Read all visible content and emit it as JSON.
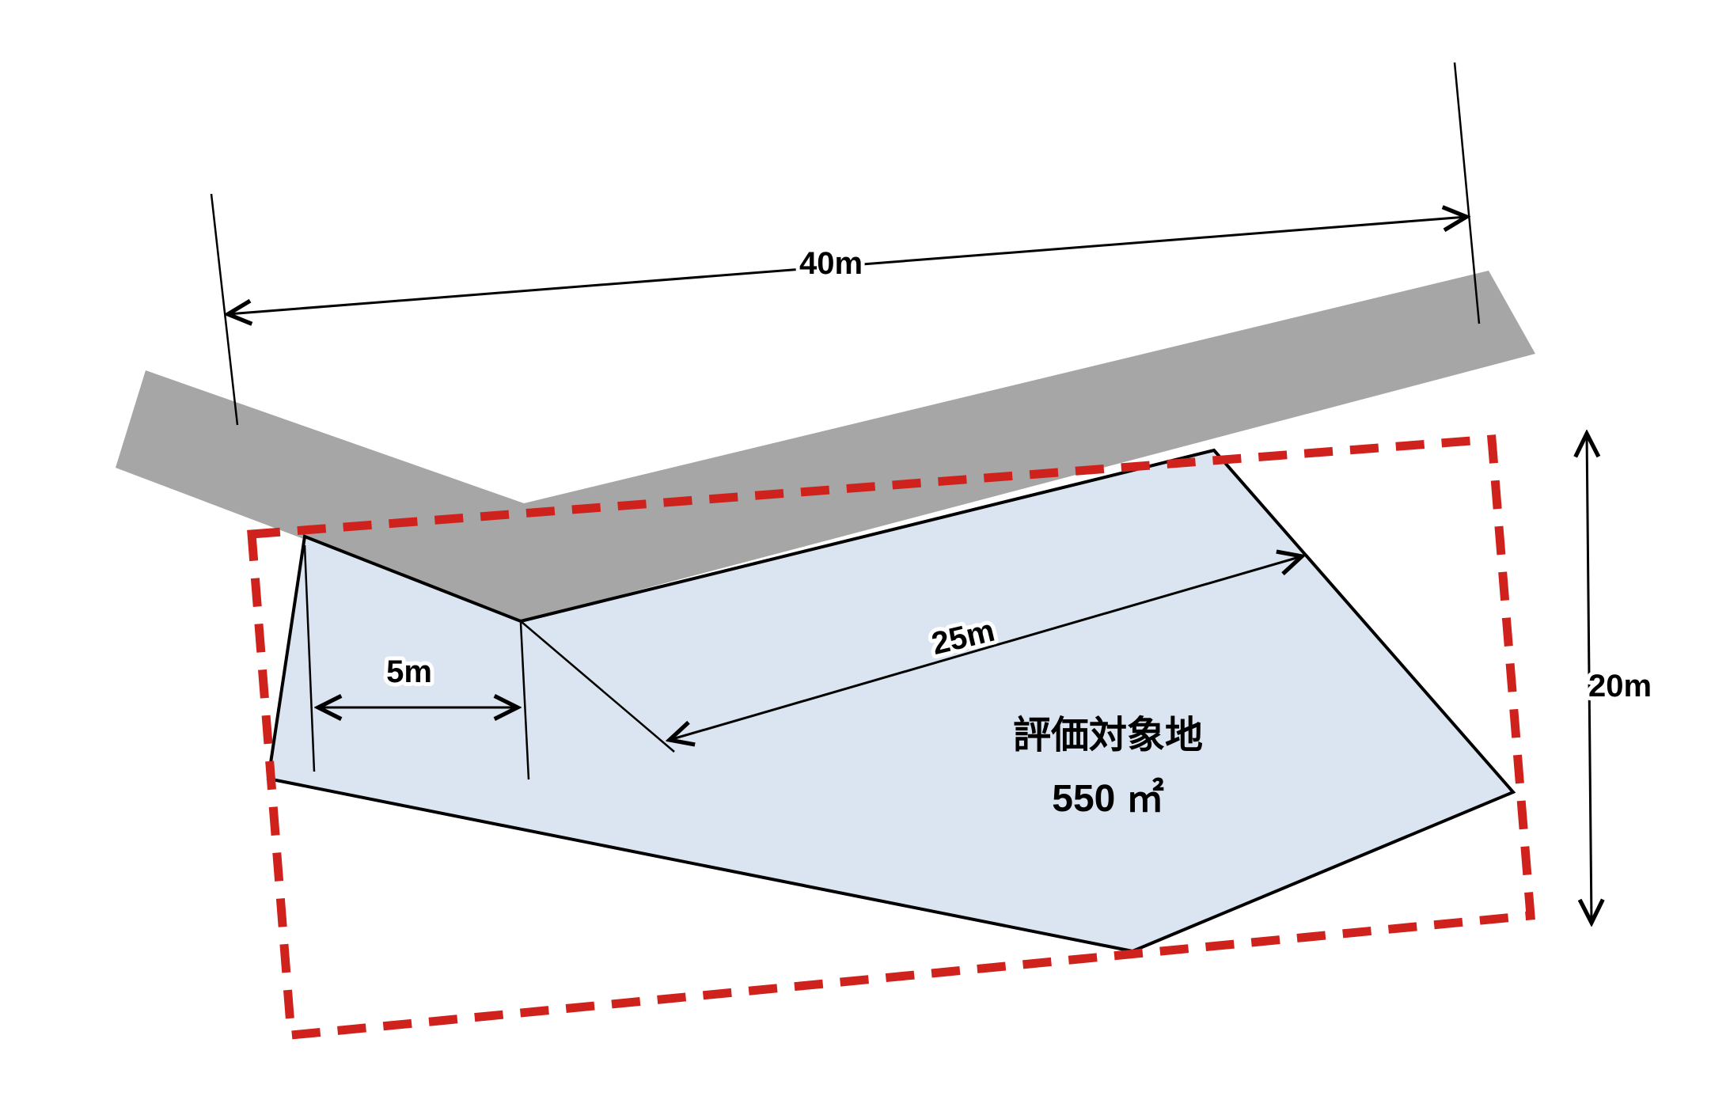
{
  "diagram": {
    "labels": {
      "road_length": "40m",
      "frontage": "25m",
      "left_width": "5m",
      "depth": "20m"
    },
    "parcel": {
      "name": "評価対象地",
      "area": "550 ㎡"
    },
    "colors": {
      "road_fill": "#a6a6a6",
      "parcel_fill": "#dbe5f1",
      "parcel_stroke": "#000000",
      "assumed_rect_stroke": "#d0221c",
      "dimension_stroke": "#000000",
      "background": "#ffffff"
    }
  }
}
